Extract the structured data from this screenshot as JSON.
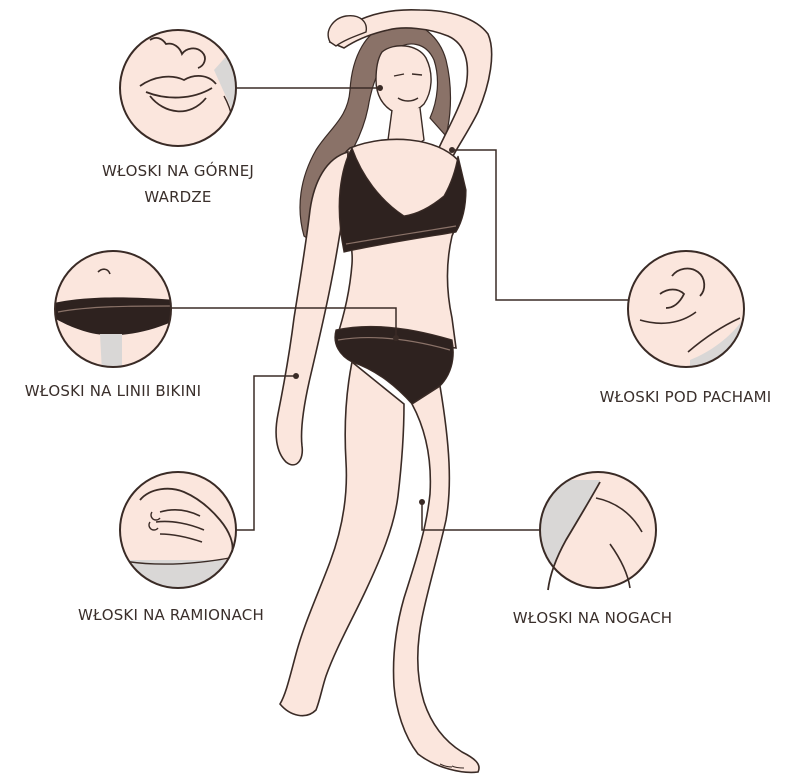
{
  "labels": {
    "upper_lip": {
      "line1": "WŁOSKI NA GÓRNEJ",
      "line2": "WARDZE"
    },
    "bikini": "WŁOSKI NA LINII BIKINI",
    "underarms": "WŁOSKI POD PACHAMI",
    "arms": "WŁOSKI NA RAMIONACH",
    "legs": "WŁOSKI NA NOGACH"
  },
  "colors": {
    "skin": "#fbe6dd",
    "outline": "#3a2b26",
    "lingerie": "#2e221f",
    "hair": "#8a7268",
    "circle_bg": "#fbe6dd",
    "circle_gray": "#d9d7d6",
    "connector": "#3a2b26",
    "text": "#3a2f2b"
  }
}
